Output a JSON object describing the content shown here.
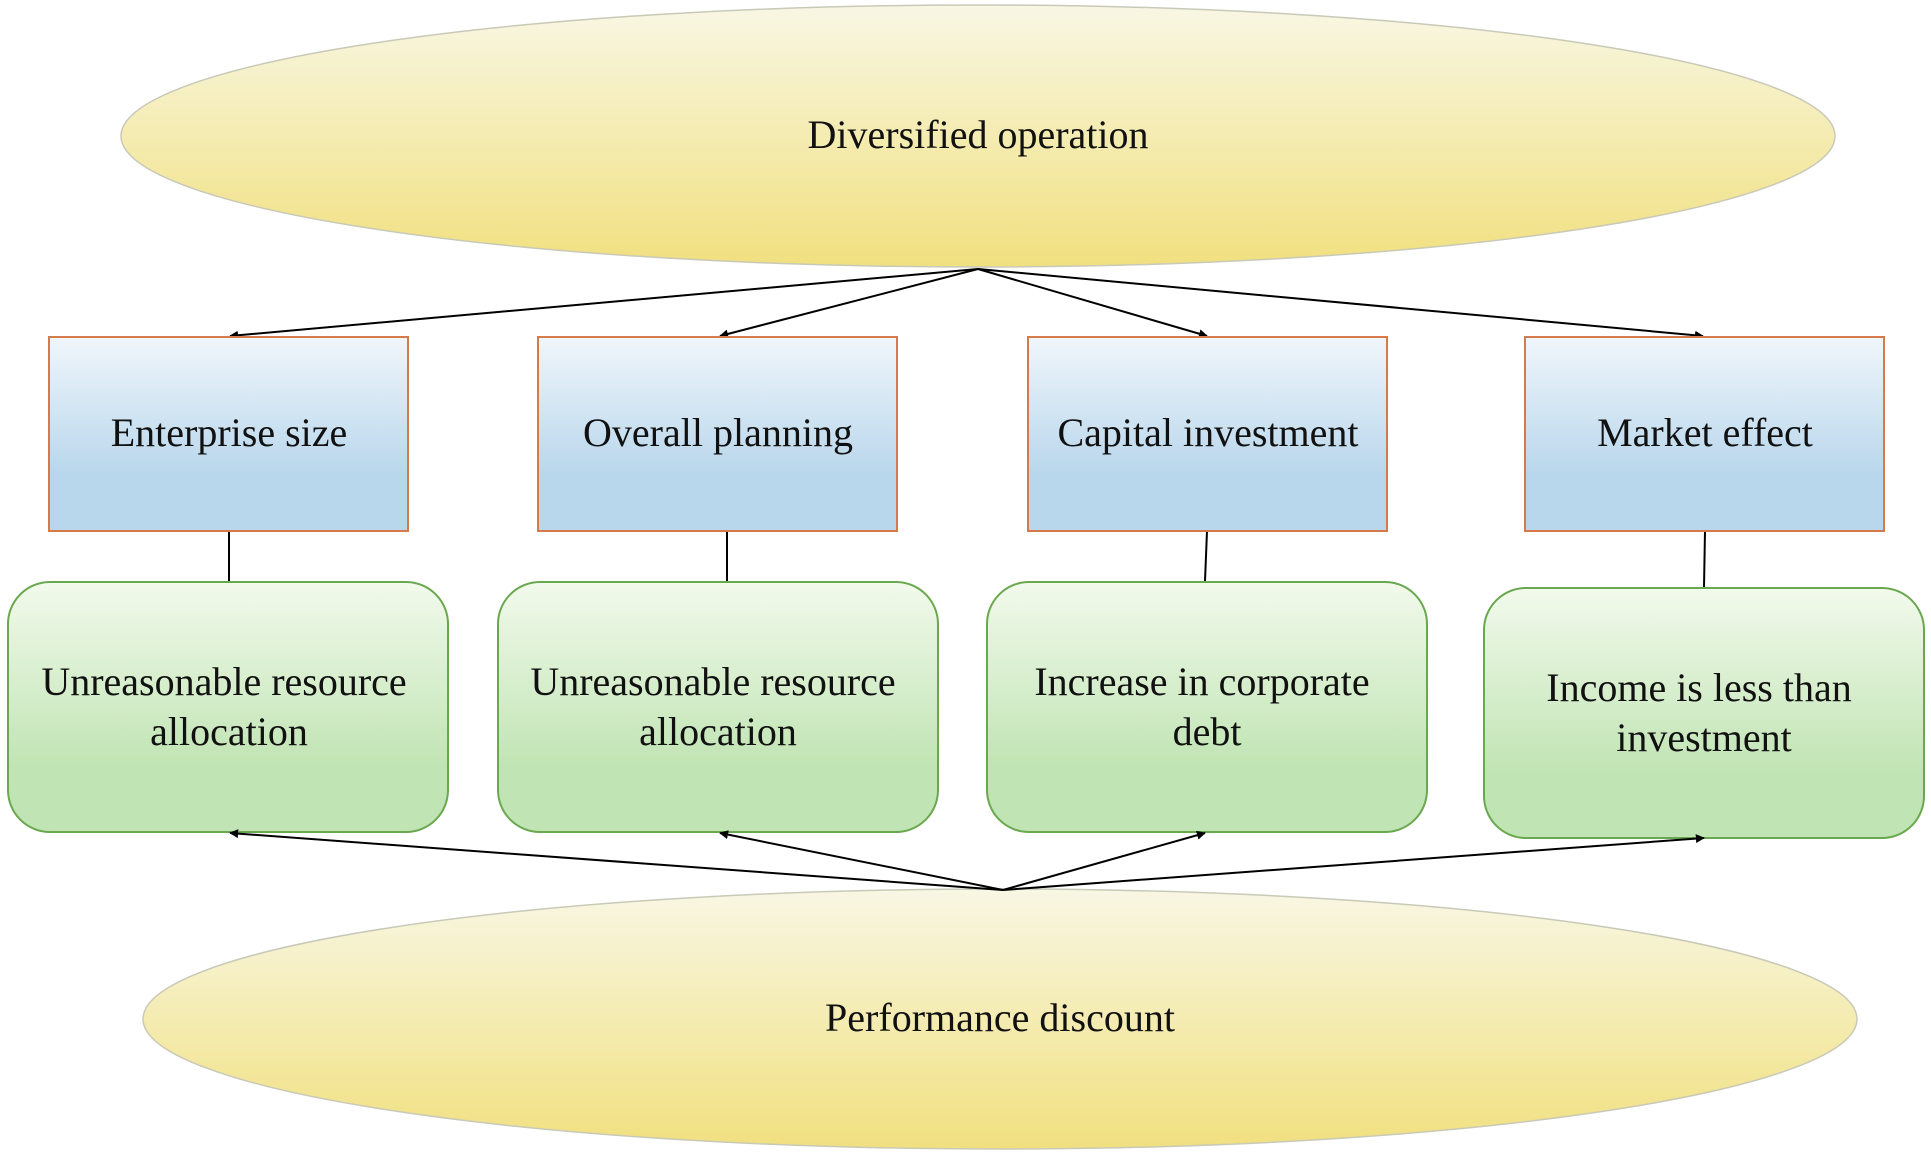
{
  "diagram": {
    "top_node": {
      "label": "Diversified operation"
    },
    "bottom_node": {
      "label": "Performance discount"
    },
    "factors": [
      {
        "label": "Enterprise size"
      },
      {
        "label": "Overall planning"
      },
      {
        "label": "Capital investment"
      },
      {
        "label": "Market effect"
      }
    ],
    "outcomes": [
      {
        "lines": [
          "Unreasonable resource",
          "allocation"
        ]
      },
      {
        "lines": [
          "Unreasonable resource",
          "allocation"
        ]
      },
      {
        "lines": [
          "Increase in corporate",
          "debt"
        ]
      },
      {
        "lines": [
          "Income is less than",
          "investment"
        ]
      }
    ]
  },
  "colors": {
    "ellipse_top": "#f1e07f",
    "ellipse_light": "#f8f6e0",
    "ellipse_border": "#c9c9b8",
    "box_top": "#eef4fa",
    "box_bottom": "#b8d6ec",
    "box_border": "#d77a4a",
    "rounded_top": "#f1faeb",
    "rounded_bottom": "#bfe3b2",
    "rounded_border": "#6aa84f",
    "line": "#000000"
  }
}
